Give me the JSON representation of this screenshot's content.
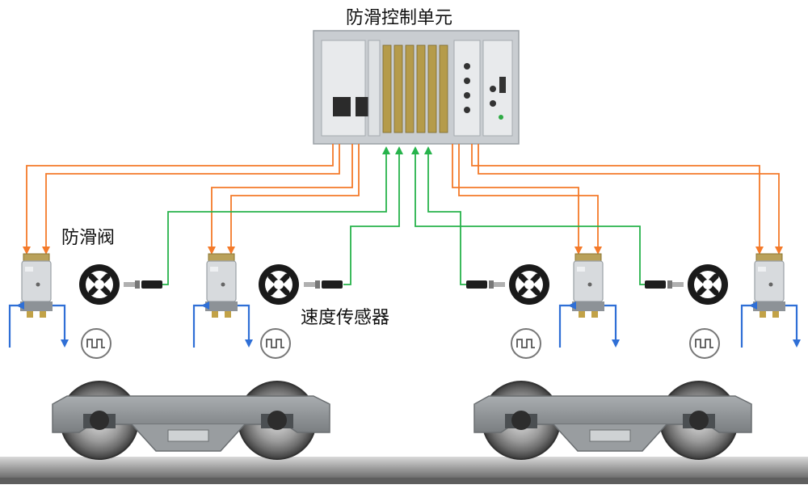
{
  "labels": {
    "control_unit": "防滑控制单元",
    "anti_skid_valve": "防滑阀",
    "speed_sensor": "速度传感器"
  },
  "colors": {
    "valve_signal": "#f47a2a",
    "sensor_signal": "#27b34b",
    "air_pipe": "#2f6fd6",
    "bogie_frame": "#8a8e91",
    "rail": "#9c9c9c",
    "unit_panel": "#c4c8cc"
  }
}
